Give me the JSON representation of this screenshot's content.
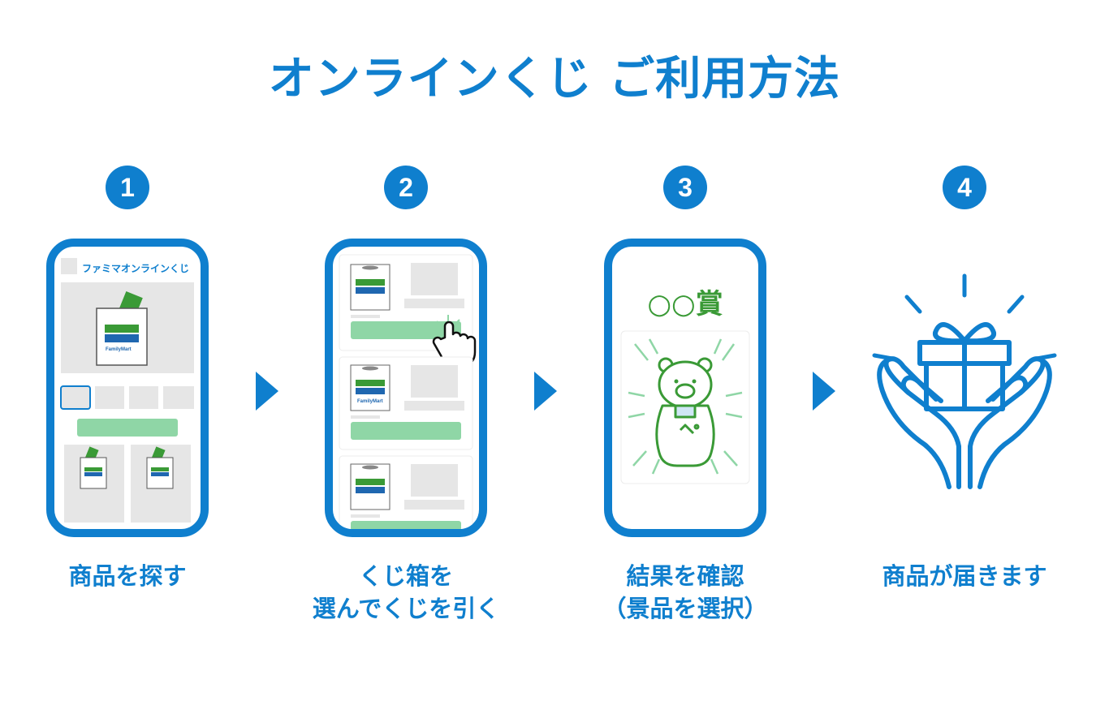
{
  "title": "オンラインくじ ご利用方法",
  "steps": [
    {
      "number": "1",
      "lines": [
        "商品を探す"
      ]
    },
    {
      "number": "2",
      "lines": [
        "くじ箱を",
        "選んでくじを引く"
      ]
    },
    {
      "number": "3",
      "lines": [
        "結果を確認",
        "（景品を選択）"
      ]
    },
    {
      "number": "4",
      "lines": [
        "商品が届きます"
      ]
    }
  ],
  "screen1": {
    "brand": "ファミマオンラインくじ",
    "box_brand": "FamilyMart"
  },
  "screen2": {
    "box_brand": "FamilyMart"
  },
  "screen3": {
    "prize_text": "○○賞"
  },
  "colors": {
    "primary": "#0f7fce",
    "green": "#3a9a36",
    "light_green": "#8fd6a6",
    "gray": "#e6e6e6"
  },
  "icons": [
    "lottery-box-icon",
    "ticket-icon",
    "pointer-hand-icon",
    "bear-mascot-icon",
    "gift-box-icon",
    "hands-icon",
    "arrow-right-icon"
  ]
}
